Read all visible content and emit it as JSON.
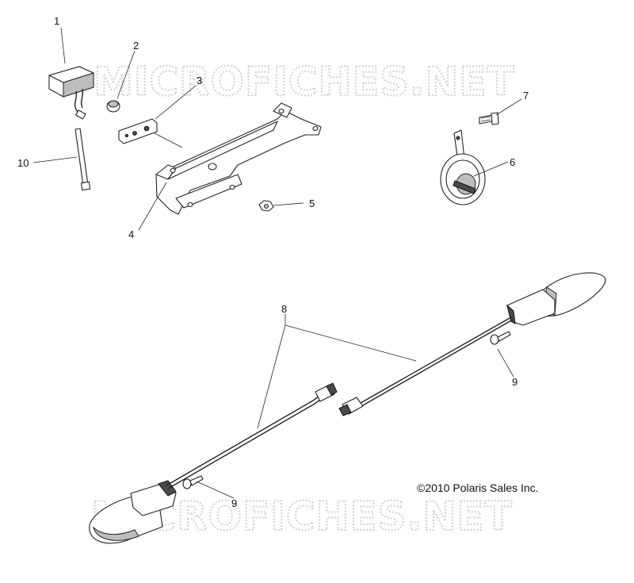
{
  "watermark": {
    "top_text": "MICROFICHES.NET",
    "bottom_text": "MICROFICHES.NET"
  },
  "copyright": "©2010 Polaris Sales Inc.",
  "callouts": {
    "c1": "1",
    "c2": "2",
    "c3": "3",
    "c4": "4",
    "c5": "5",
    "c6": "6",
    "c7": "7",
    "c8": "8",
    "c9a": "9",
    "c9b": "9",
    "c10": "10"
  },
  "colors": {
    "line": "#222222",
    "watermark": "#d4d4d4",
    "shade": "#bdbdbd"
  }
}
